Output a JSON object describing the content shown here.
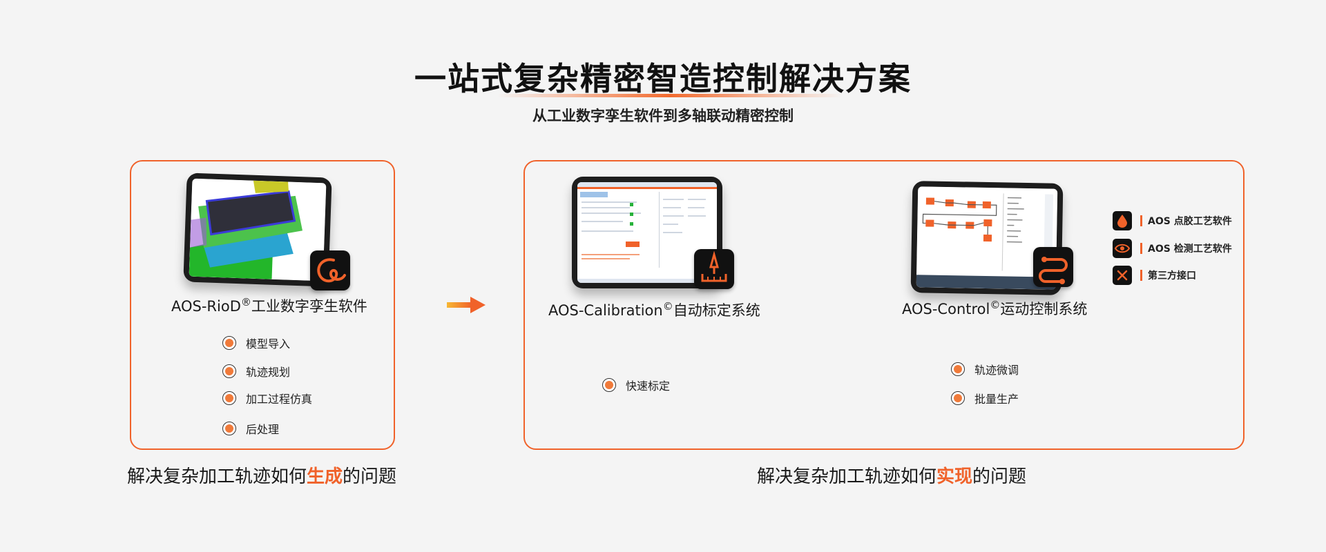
{
  "header": {
    "title": "一站式复杂精密智造控制解决方案",
    "subtitle": "从工业数字孪生软件到多轴联动精密控制"
  },
  "left_panel": {
    "product_name": "AOS-RioD",
    "product_mark": "®",
    "product_suffix": "工业数字孪生软件",
    "badge_icon": "loop-curve-icon",
    "features": [
      "模型导入",
      "轨迹规划",
      "加工过程仿真",
      "后处理"
    ],
    "caption": {
      "before": "解决复杂加工轨迹如何",
      "highlight": "生成",
      "after": "的问题"
    }
  },
  "right_panel": {
    "calibration": {
      "product_name": "AOS-Calibration",
      "product_mark": "©",
      "product_suffix": "自动标定系统",
      "badge_icon": "laser-calibration-icon",
      "features": [
        "快速标定"
      ]
    },
    "control": {
      "product_name": "AOS-Control",
      "product_mark": "©",
      "product_suffix": "运动控制系统",
      "badge_icon": "motion-path-icon",
      "features": [
        "轨迹微调",
        "批量生产"
      ]
    },
    "side_list": [
      {
        "icon": "drop-icon",
        "label": "AOS 点胶工艺软件"
      },
      {
        "icon": "eye-icon",
        "label": "AOS 检测工艺软件"
      },
      {
        "icon": "x-icon",
        "label": "第三方接口"
      }
    ],
    "caption": {
      "before": "解决复杂加工轨迹如何",
      "highlight": "实现",
      "after": "的问题"
    }
  },
  "colors": {
    "accent": "#f0622a",
    "background": "#f4f4f4",
    "badge": "#111111"
  }
}
